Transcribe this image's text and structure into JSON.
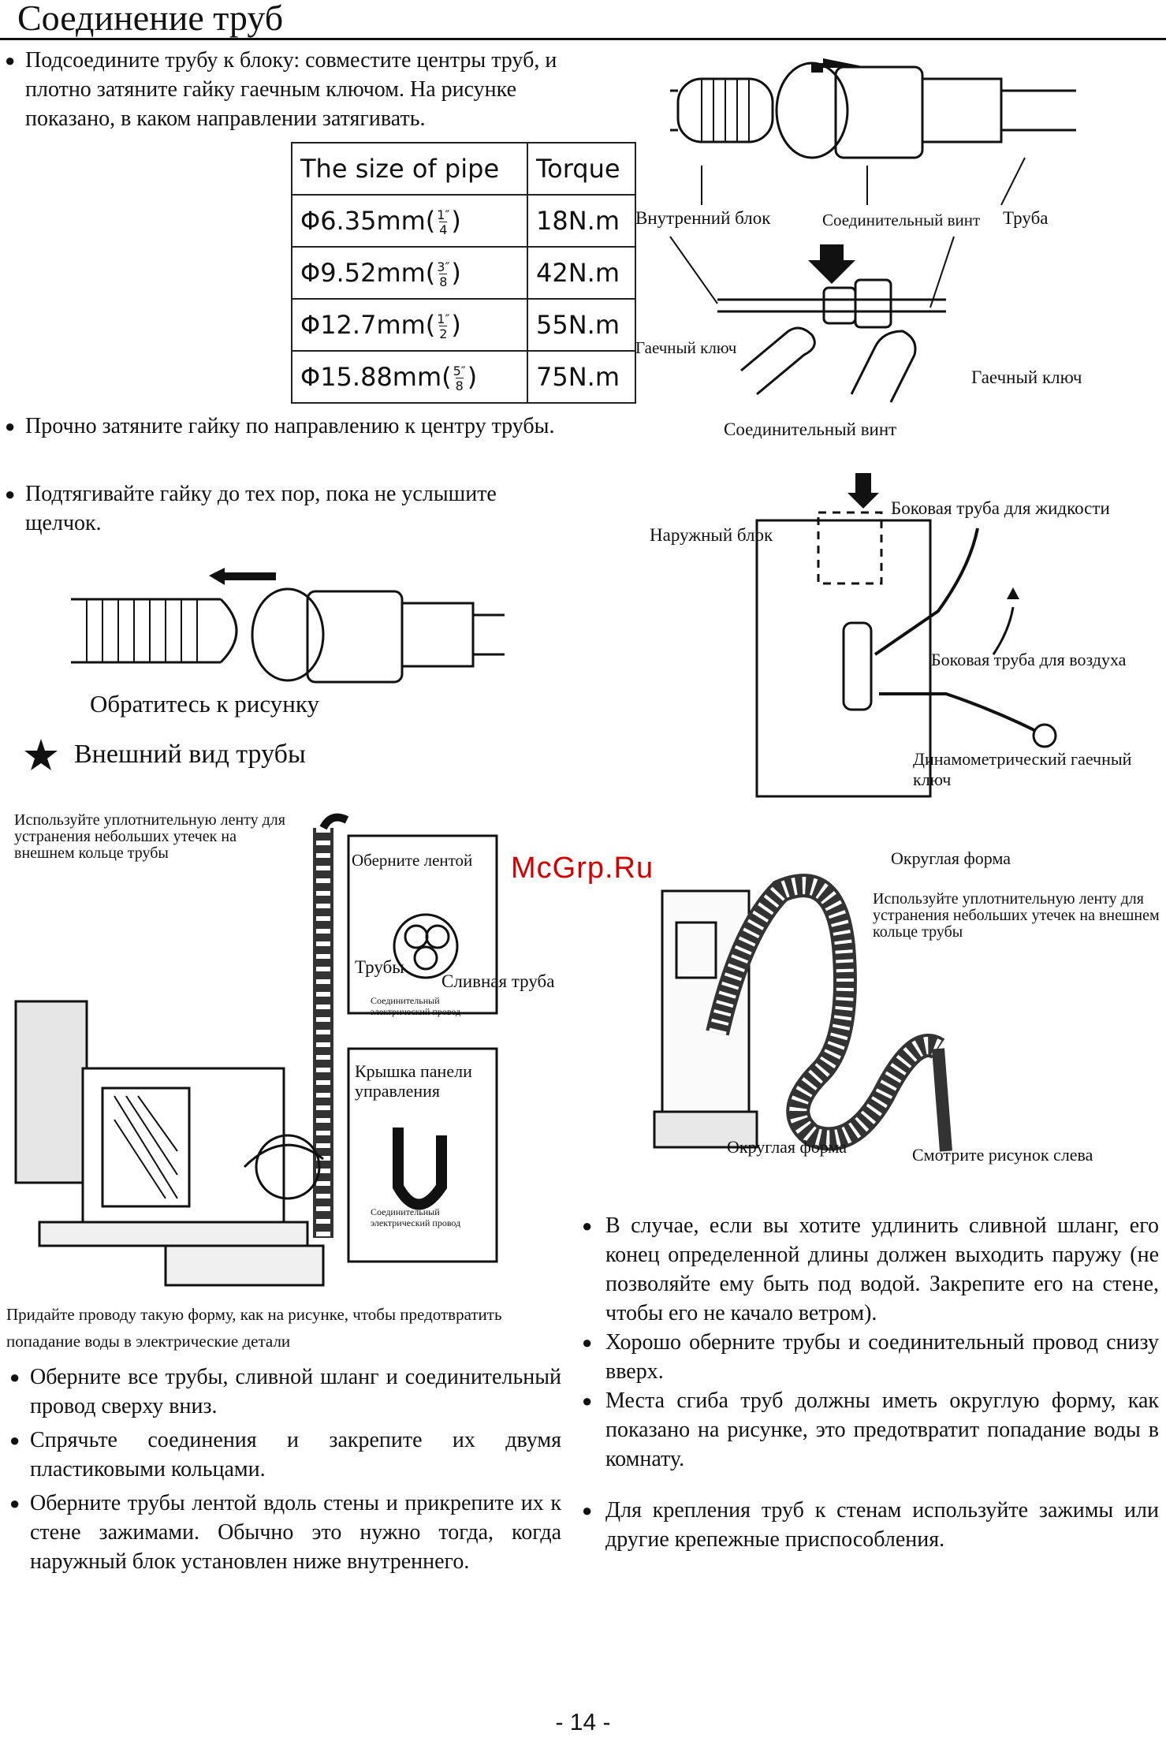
{
  "title": "Соединение труб",
  "intro_text": "Подсоедините трубу к блоку: совместите центры труб, и плотно затяните гайку гаечным ключом. На рисунке показано, в каком направлении затягивать.",
  "torque_table": {
    "headers": [
      "The size of pipe",
      "Torque"
    ],
    "rows": [
      {
        "size": "Φ6.35mm(",
        "num": "1″",
        "den": "4",
        "close": ")",
        "torque": "18N.m"
      },
      {
        "size": "Φ9.52mm(",
        "num": "3″",
        "den": "8",
        "close": ")",
        "torque": "42N.m"
      },
      {
        "size": "Φ12.7mm(",
        "num": "1″",
        "den": "2",
        "close": ")",
        "torque": "55N.m"
      },
      {
        "size": "Φ15.88mm(",
        "num": "5″",
        "den": "8",
        "close": ")",
        "torque": "75N.m"
      }
    ]
  },
  "bullet_tighten": "Прочно затяните гайку по направлению к центру трубы.",
  "bullet_click": "Подтягивайте гайку до тех пор, пока не услышите щелчок.",
  "fig_connect_labels": {
    "indoor_unit": "Внутренний блок",
    "connecting_screw_top": "Соединительный винт",
    "pipe": "Труба",
    "wrench_left": "Гаечный ключ",
    "wrench_right": "Гаечный ключ",
    "connecting_screw_bottom": "Соединительный винт"
  },
  "fig_outdoor_labels": {
    "outdoor_unit": "Наружный блок",
    "liquid_side_pipe": "Боковая труба для жидкости",
    "gas_side_pipe": "Боковая труба для воздуха",
    "torque_wrench": "Динамометрический гаечный ключ"
  },
  "refer_caption": "Обратитесь к рисунку",
  "appearance_heading": "Внешний вид трубы",
  "fig_left_labels": {
    "sealing_tape": "Используйте уплотнительную ленту для устранения небольших утечек на внешнем кольце трубы",
    "wrap_tape": "Оберните лентой",
    "pipes": "Трубы",
    "drain_pipe": "Сливная труба",
    "connecting_wire_1": "Соединительный электрический провод",
    "control_cover": "Крышка панели управления",
    "connecting_wire_2": "Соединительный электрический провод",
    "wire_shape_note": "Придайте проводу такую форму, как на рисунке, чтобы предотвратить попадание воды в электрические детали"
  },
  "fig_right_labels": {
    "round_shape_top": "Округлая форма",
    "sealing_tape": "Используйте уплотнительную ленту для устранения небольших утечек на внешнем кольце трубы",
    "round_shape_bottom": "Округлая форма",
    "see_left": "Смотрите рисунок слева"
  },
  "watermark": "McGrp.Ru",
  "bullets_left": [
    "Оберните все трубы, сливной шланг и соединительный провод сверху вниз.",
    "Спрячьте соединения и закрепите их двумя пластиковыми кольцами.",
    "Оберните трубы лентой вдоль стены и прикрепите их к стене зажимами. Обычно это нужно тогда, когда наружный блок установлен ниже внутреннего."
  ],
  "bullets_right": [
    "В случае, если вы хотите удлинить сливной шланг, его конец определенной длины должен выходить паружу (не позволяйте ему быть под водой. Закрепите его на стене, чтобы его не качало ветром).",
    "Хорошо оберните трубы и соединительный провод снизу вверх.",
    "Места сгиба труб должны иметь округлую форму, как показано на рисунке, это предотвратит попадание воды в комнату.",
    "Для крепления труб к стенам используйте зажимы или другие крепежные приспособления."
  ],
  "page_number": "- 14 -"
}
